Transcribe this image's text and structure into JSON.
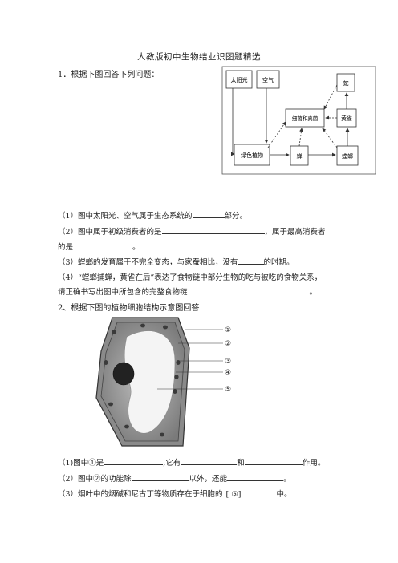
{
  "doc": {
    "title": "人教版初中生物结业识图题精选",
    "q1": {
      "heading": "1．根据下图回答下列问题：",
      "diagram": {
        "sun": "太阳光",
        "air": "空气",
        "snake": "蛇",
        "fungi": "细菌和真菌",
        "oriole": "黄雀",
        "plants": "绿色植物",
        "cicada": "蝉",
        "mantis": "螳螂"
      },
      "s1_a": "（1）图中太阳光、空气属于生态系统的",
      "s1_b": "部分。",
      "s2_a": "（2）图中属于初级消费者的是",
      "s2_b": "，属于最高消费者",
      "s2_c": "的是",
      "s2_d": "。",
      "s3_a": "（3）螳螂的发育属于不完全变态，与家蚕相比，没有",
      "s3_b": "的时期。",
      "s4_a": "（4）“螳螂捕蝉，黄雀在后”表达了食物链中部分生物的吃与被吃的食物关系，",
      "s4_b": "请正确书写出图中所包含的完整食物链",
      "s4_c": "。"
    },
    "q2": {
      "heading": "2、根据下图的植物细胞结构示意图回答",
      "labels": [
        "①",
        "②",
        "③",
        "④",
        "⑤"
      ],
      "s1_a": "（1)图中①是",
      "s1_b": ",它有",
      "s1_c": "和",
      "s1_d": "作用。",
      "s2_a": "（2）图中②的功能除",
      "s2_b": "以外，还能",
      "s2_c": "。",
      "s3_a": "（3）烟叶中的烟碱和尼古丁等物质存在于细胞的",
      "s3_b": "[ ⑤]",
      "s3_c": "中。"
    }
  }
}
